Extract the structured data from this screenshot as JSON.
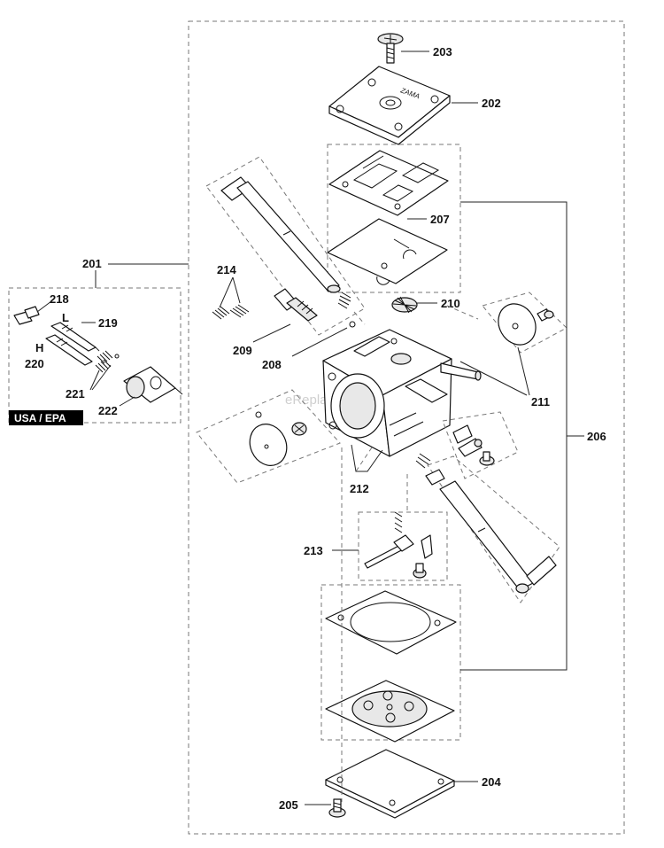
{
  "watermark": "eReplacementParts.com",
  "region_badge": "USA / EPA",
  "callouts": [
    {
      "id": "201",
      "text": "201"
    },
    {
      "id": "202",
      "text": "202"
    },
    {
      "id": "203",
      "text": "203"
    },
    {
      "id": "204",
      "text": "204"
    },
    {
      "id": "205",
      "text": "205"
    },
    {
      "id": "206",
      "text": "206"
    },
    {
      "id": "207",
      "text": "207"
    },
    {
      "id": "208",
      "text": "208"
    },
    {
      "id": "209",
      "text": "209"
    },
    {
      "id": "210",
      "text": "210"
    },
    {
      "id": "211",
      "text": "211"
    },
    {
      "id": "212",
      "text": "212"
    },
    {
      "id": "213",
      "text": "213"
    },
    {
      "id": "214",
      "text": "214"
    },
    {
      "id": "218",
      "text": "218"
    },
    {
      "id": "219",
      "text": "219"
    },
    {
      "id": "220",
      "text": "220"
    },
    {
      "id": "221",
      "text": "221"
    },
    {
      "id": "222",
      "text": "222"
    }
  ],
  "needle_labels": {
    "low": "L",
    "high": "H"
  }
}
